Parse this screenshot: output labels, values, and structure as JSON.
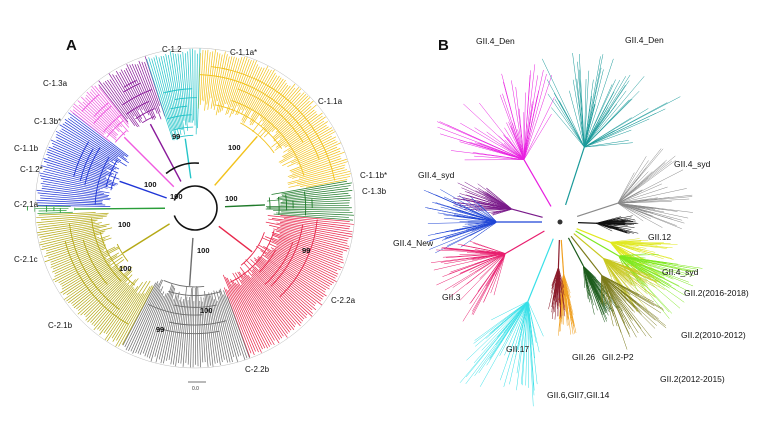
{
  "panel_a": {
    "letter": "A",
    "clades": [
      {
        "label": "C-1.2",
        "color": "#24c4c8"
      },
      {
        "label": "C-1.1a*",
        "color": "#1a1a1a"
      },
      {
        "label": "C-1.1a",
        "color": "#f2c21c"
      },
      {
        "label": "C-1.1b*",
        "color": "#1a1a1a"
      },
      {
        "label": "C-1.3b",
        "color": "#1f7a2a"
      },
      {
        "label": "C-2.2a",
        "color": "#e8284c"
      },
      {
        "label": "C-2.2b",
        "color": "#6e6e6e"
      },
      {
        "label": "C-2.1b",
        "color": "#b5a916"
      },
      {
        "label": "C-2.1c",
        "color": "#2a9e3a"
      },
      {
        "label": "C-2.1a",
        "color": "#1f35d6"
      },
      {
        "label": "C-1.2*",
        "color": "#1a1a1a"
      },
      {
        "label": "C-1.1b",
        "color": "#f05ae0"
      },
      {
        "label": "C-1.3b*",
        "color": "#1a1a1a"
      },
      {
        "label": "C-1.3a",
        "color": "#8a1a9a"
      }
    ],
    "bootstrap": [
      "100",
      "100",
      "99",
      "100",
      "100",
      "100",
      "99",
      "100",
      "100",
      "100",
      "99"
    ],
    "scale_label": "0.0"
  },
  "panel_b": {
    "letter": "B",
    "genotypes": [
      {
        "label": "GII.4_Den",
        "color": "#e81ee0"
      },
      {
        "label": "GII.4_Den",
        "color": "#1a9a9a"
      },
      {
        "label": "GII.4_syd",
        "color": "#8a8a8a"
      },
      {
        "label": "GII.4_syd",
        "color": "#7a1a8a"
      },
      {
        "label": "GII.4_New",
        "color": "#1f45d6"
      },
      {
        "label": "GII.12",
        "color": "#111111"
      },
      {
        "label": "GII.4_syd",
        "color": "#e0e820"
      },
      {
        "label": "GII.2(2016-2018)",
        "color": "#7ee81e"
      },
      {
        "label": "GII.2(2010-2012)",
        "color": "#c8c820"
      },
      {
        "label": "GII.2-P2",
        "color": "#1a5a1a"
      },
      {
        "label": "GII.2(2012-2015)",
        "color": "#7a7a1a"
      },
      {
        "label": "GII.26",
        "color": "#f0a020"
      },
      {
        "label": "GII.17",
        "color": "#8a1a2a"
      },
      {
        "label": "GII.6,GII7,GII.14",
        "color": "#38e0e8"
      },
      {
        "label": "GII.3",
        "color": "#e81e6e"
      }
    ]
  }
}
